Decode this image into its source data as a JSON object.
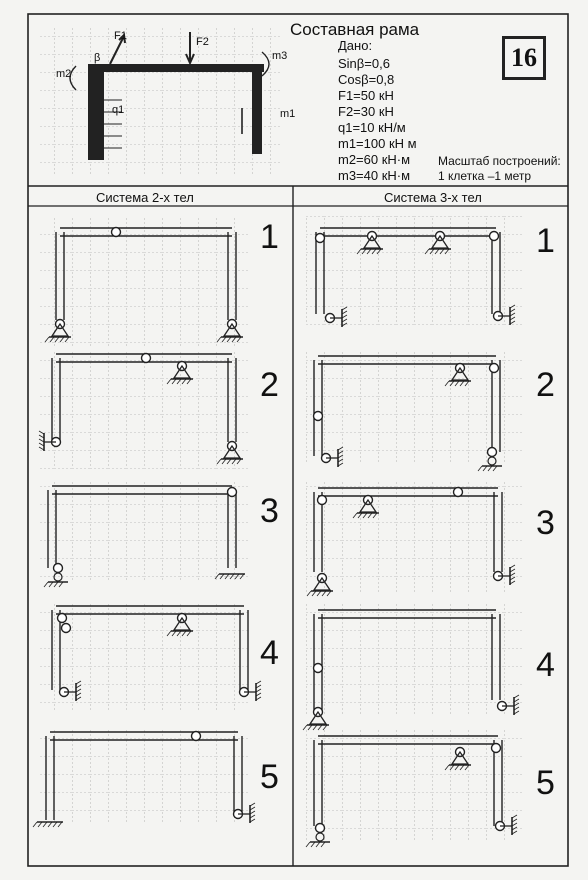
{
  "header": {
    "title": "Составная рама",
    "variant_number": "16",
    "given_label": "Дано:",
    "given": [
      "Sinβ=0,6",
      "Cosβ=0,8",
      "F1=50 кН",
      "F2=30 кН",
      "q1=10 кН/м",
      "m1=100 кН м",
      "m2=60 кН·м",
      "m3=40 кН·м"
    ],
    "scale_label": "Масштаб построений:",
    "scale_value": "1 клетка –1 метр",
    "sketch_labels": {
      "f1": "F1",
      "f2": "F2",
      "beta": "β",
      "m2": "m2",
      "m3": "m3",
      "m1": "m1",
      "q1": "q1"
    }
  },
  "columns": {
    "left_title": "Система 2-х тел",
    "right_title": "Система 3-х тел"
  },
  "schemes_left": [
    "1",
    "2",
    "3",
    "4",
    "5"
  ],
  "schemes_right": [
    "1",
    "2",
    "3",
    "4",
    "5"
  ]
}
